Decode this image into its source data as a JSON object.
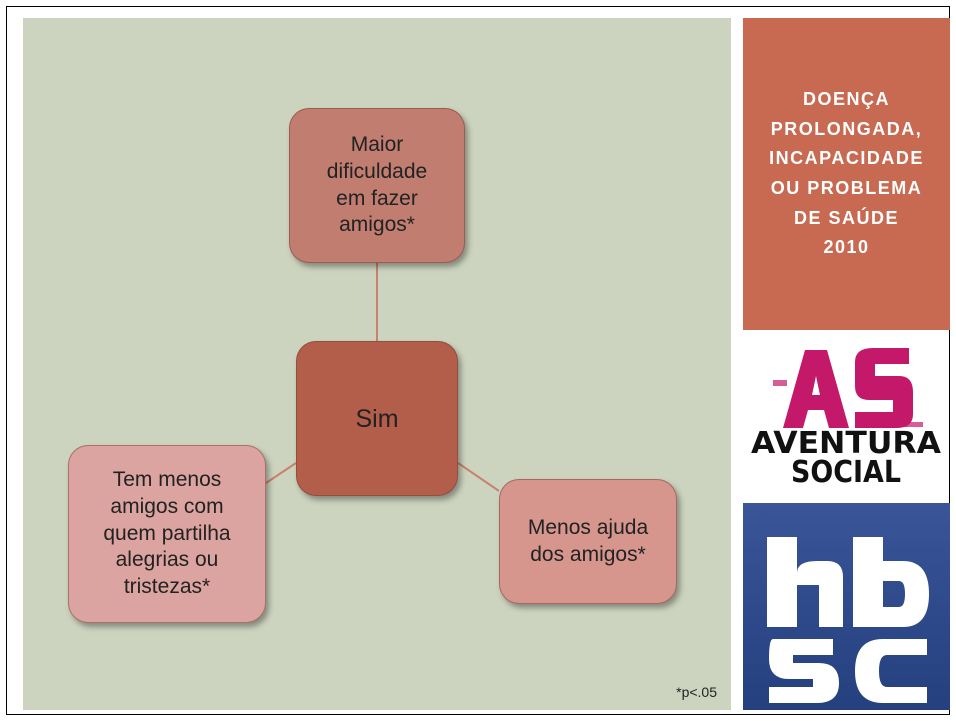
{
  "diagram": {
    "center_label": "Sim",
    "top_label": "Maior\ndificuldade\nem fazer\namigos*",
    "left_label": "Tem menos\namigos com\nquem partilha\nalegrias ou\ntristezas*",
    "right_label": "Menos ajuda\ndos amigos*",
    "footnote": "*p<.05"
  },
  "sidebar": {
    "title": "DOENÇA\nPROLONGADA,\nINCAPACIDADE\nOU PROBLEMA\nDE SAÚDE\n2010",
    "logo_as_text": "AVENTURA SOCIAL",
    "logo_hbsc_text": "hbsc"
  },
  "colors": {
    "panel_bg": "#ccd4bf",
    "title_bg": "#c86a51",
    "center_node": "#b35e4b",
    "top_node": "#c07d70",
    "left_node": "#dca4a0",
    "right_node": "#d6968d",
    "connector": "#c9826f",
    "logo_blue": "#2f4a8c",
    "logo_pink": "#c4186a"
  }
}
